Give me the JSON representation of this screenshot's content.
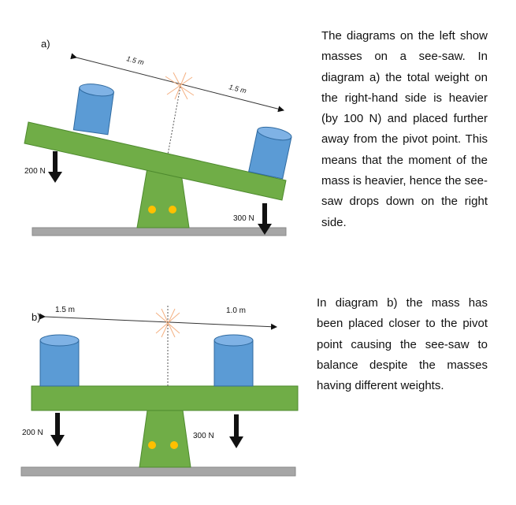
{
  "diagram_a": {
    "label": "a)",
    "left_distance": "1.5 m",
    "right_distance": "1.5 m",
    "left_force": "200 N",
    "right_force": "300 N"
  },
  "diagram_b": {
    "label": "b)",
    "left_distance": "1.5 m",
    "right_distance": "1.0 m",
    "left_force": "200 N",
    "right_force": "300 N"
  },
  "text": {
    "para_a": "The diagrams on the left show masses on a see-saw. In diagram a) the total weight on the right-hand side is heavier (by 100 N) and placed further away from the pivot point. This means that the moment of the mass is heavier, hence the see-saw drops down on the right side.",
    "para_b": "In diagram b) the mass has been placed closer to the pivot point causing the see-saw to balance despite the masses having different weights."
  },
  "colors": {
    "beam": "#70ad47",
    "beam_stroke": "#4e8a2e",
    "cylinder": "#5b9bd5",
    "cylinder_stroke": "#2f6aa0",
    "ground": "#a6a6a6",
    "pivot_dot": "#ffc000",
    "arrow": "#111111",
    "center_mark": "#f4b183"
  }
}
